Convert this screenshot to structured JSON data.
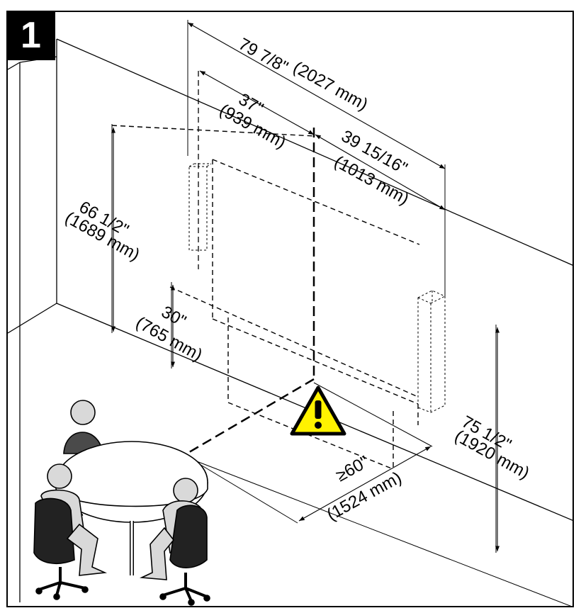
{
  "step_number": "1",
  "dimensions": {
    "overall_width_in": "79 7/8\"",
    "overall_width_mm": "(2027 mm)",
    "left_width_in": "37\"",
    "left_width_mm": "(939 mm)",
    "right_width_in": "39 15/16\"",
    "right_width_mm": "(1013 mm)",
    "top_height_in": "66 1/2\"",
    "top_height_mm": "(1689 mm)",
    "bottom_height_in": "30\"",
    "bottom_height_mm": "(765 mm)",
    "clearance_in": "≥60\"",
    "clearance_mm": "(1524 mm)",
    "mount_height_in": "75 1/2\"",
    "mount_height_mm": "(1920 mm)"
  },
  "warning_icon": "warning-triangle-icon",
  "colors": {
    "warning_fill": "#FFF200",
    "line": "#000000"
  }
}
